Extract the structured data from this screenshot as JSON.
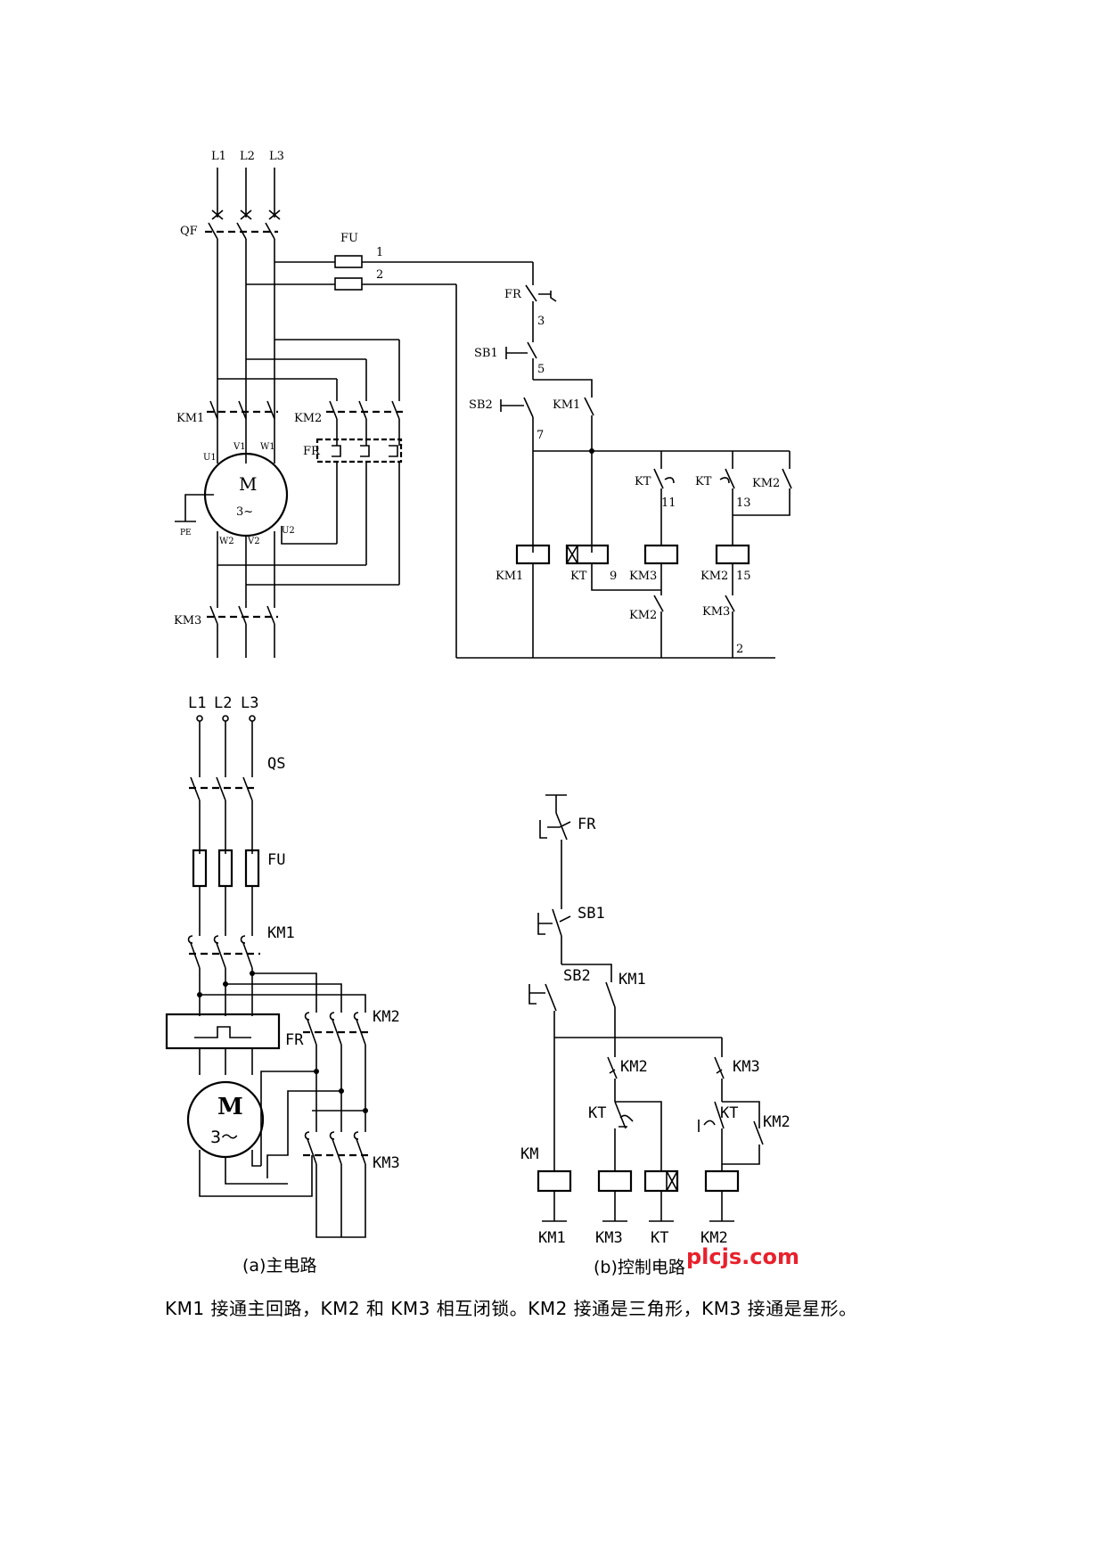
{
  "diagram1": {
    "phases": [
      "L1",
      "L2",
      "L3"
    ],
    "breaker": "QF",
    "fuse": "FU",
    "wire_nums": [
      "1",
      "2",
      "3",
      "5",
      "7",
      "9",
      "11",
      "13",
      "15",
      "2"
    ],
    "contactors": [
      "KM1",
      "KM2",
      "KM3"
    ],
    "overload": "FR",
    "motor_label": "M",
    "motor_sub": "3~",
    "terminals": [
      "U1",
      "V1",
      "W1",
      "W2",
      "V2",
      "U2"
    ],
    "pe": "PE",
    "buttons": [
      "SB1",
      "SB2"
    ],
    "timer": "KT"
  },
  "diagram2": {
    "phases": [
      "L1",
      "L2",
      "L3"
    ],
    "switch": "QS",
    "fuse": "FU",
    "contactors": [
      "KM1",
      "KM2",
      "KM3"
    ],
    "overload": "FR",
    "motor_label": "M",
    "motor_sub": "3～",
    "buttons": [
      "SB1",
      "SB2"
    ],
    "timer": "KT",
    "coil_km": "KM",
    "coil_labels": [
      "KM1",
      "KM3",
      "KT",
      "KM2"
    ],
    "caption_a": "(a)主电路",
    "caption_b": "(b)控制电路",
    "watermark": "plcjs.com"
  },
  "caption": "KM1 接通主回路，KM2 和 KM3 相互闭锁。KM2 接通是三角形，KM3 接通是星形。"
}
